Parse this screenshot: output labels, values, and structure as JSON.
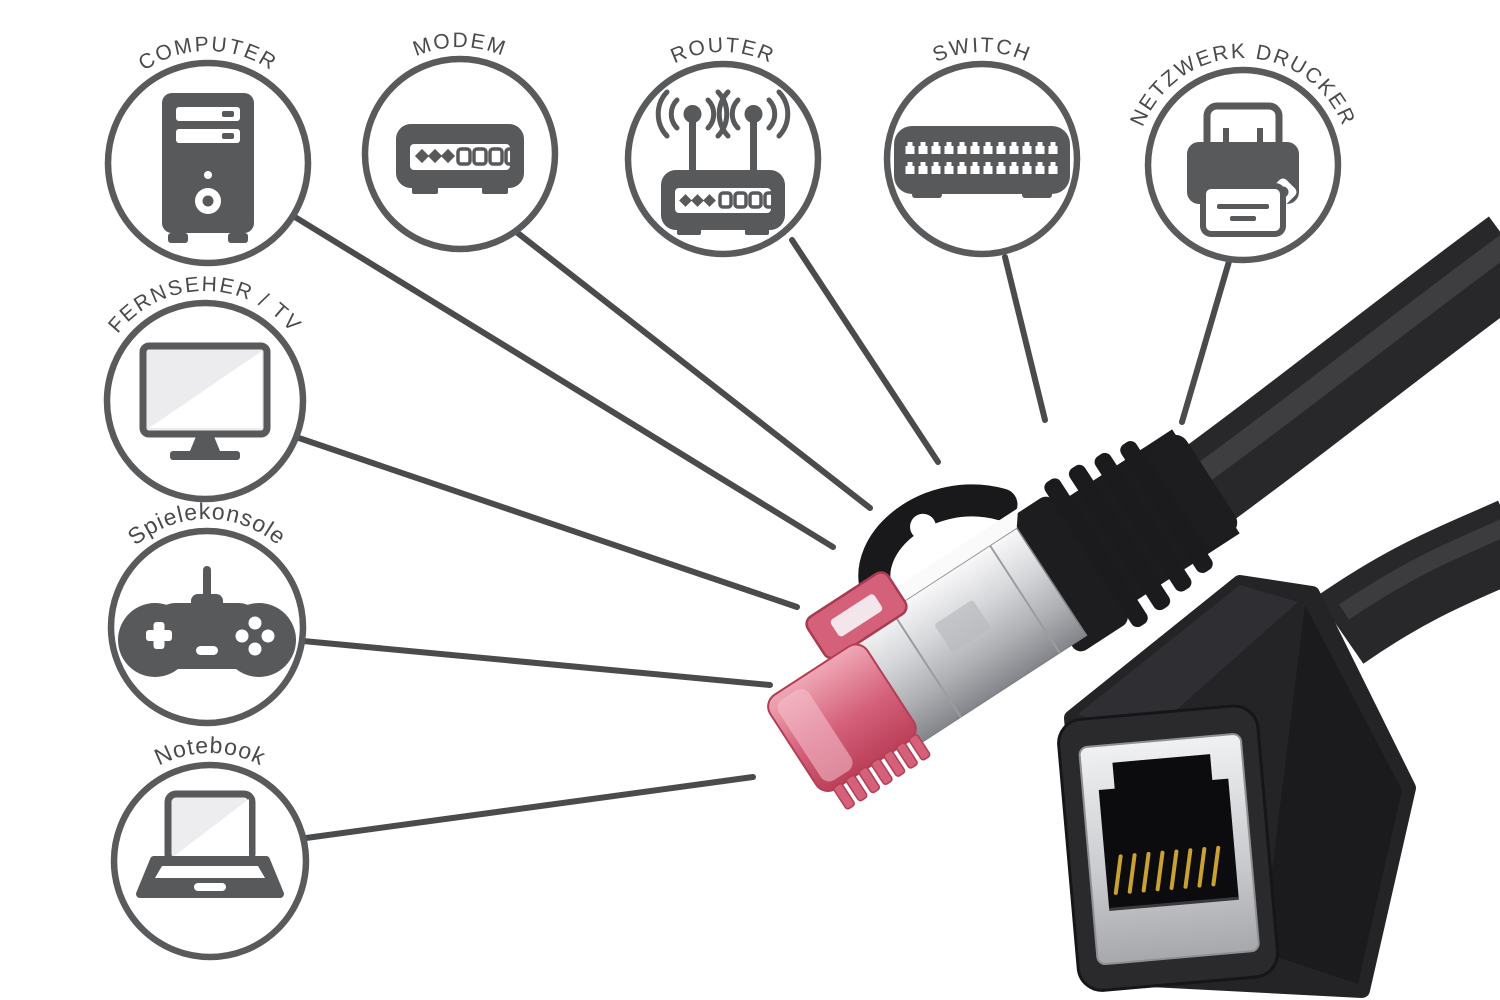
{
  "nodes": [
    {
      "id": "computer",
      "label": "COMPUTER",
      "icon": "desktop-tower-icon"
    },
    {
      "id": "modem",
      "label": "MODEM",
      "icon": "modem-icon"
    },
    {
      "id": "router",
      "label": "ROUTER",
      "icon": "wifi-router-icon"
    },
    {
      "id": "switch",
      "label": "SWITCH",
      "icon": "network-switch-icon"
    },
    {
      "id": "netzwerk-drucker",
      "label": "NETZWERK DRUCKER",
      "icon": "printer-icon"
    },
    {
      "id": "fernseher-tv",
      "label": "FERNSEHER / TV",
      "icon": "tv-icon"
    },
    {
      "id": "spielekonsole",
      "label": "Spielekonsole",
      "icon": "gamepad-icon"
    },
    {
      "id": "notebook",
      "label": "Notebook",
      "icon": "laptop-icon"
    }
  ],
  "product": {
    "left_connector": "rj45-plug-male",
    "right_connector": "rj45-coupler-female",
    "cable": "black-patch-cable"
  },
  "colors": {
    "background": "#ffffff",
    "circle_outline": "#595a5c",
    "connector_line": "#4a4b4d",
    "label_text": "#4a4a4c",
    "icon_fill": "#58595b",
    "cable_black": "#28282b",
    "boot_black": "#1b1b1d",
    "shield_silver": "#cfd0d3",
    "plug_red": "#d4607a",
    "coupler_black": "#242427",
    "pin_gold": "#c9a233"
  }
}
